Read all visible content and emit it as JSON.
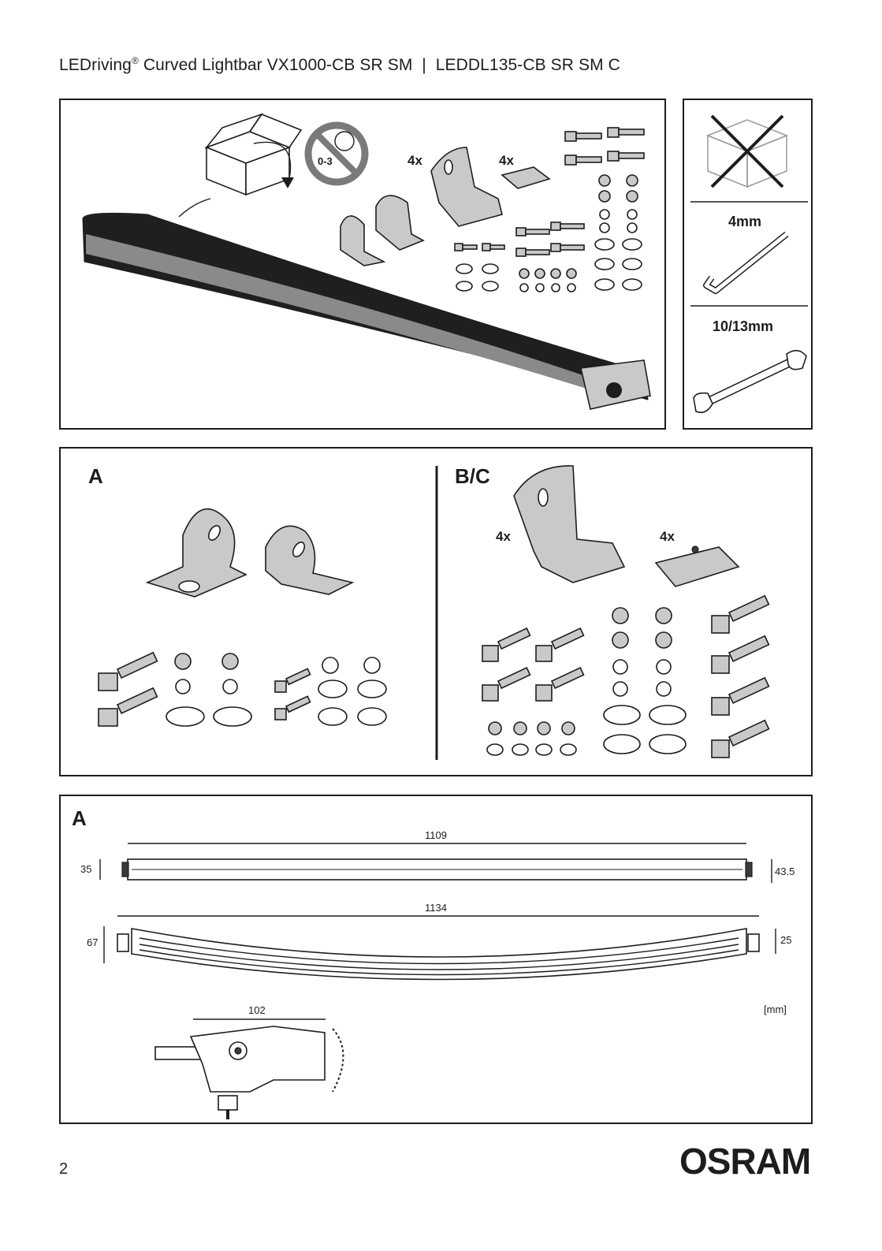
{
  "header": {
    "brand": "LEDriving",
    "reg": "®",
    "product": " Curved Lightbar VX1000-CB SR SM",
    "separator": "|",
    "code": "LEDDL135-CB SR SM C"
  },
  "contents": {
    "age_warning": "0-3",
    "bracket_qty": "4x",
    "slider_qty": "4x"
  },
  "tools": {
    "allen_key": "4mm",
    "wrench": "10/13mm"
  },
  "variants": {
    "a_label": "A",
    "bc_label": "B/C",
    "bc_bracket_qty": "4x",
    "bc_slider_qty": "4x"
  },
  "dimensions": {
    "section_label": "A",
    "length_top": "1109",
    "height_left": "35",
    "height_right": "43.5",
    "length_bottom": "1134",
    "curve_left": "67",
    "curve_right": "25",
    "bracket_depth": "102",
    "unit": "[mm]"
  },
  "footer": {
    "page_number": "2",
    "logo": "OSRAM"
  }
}
